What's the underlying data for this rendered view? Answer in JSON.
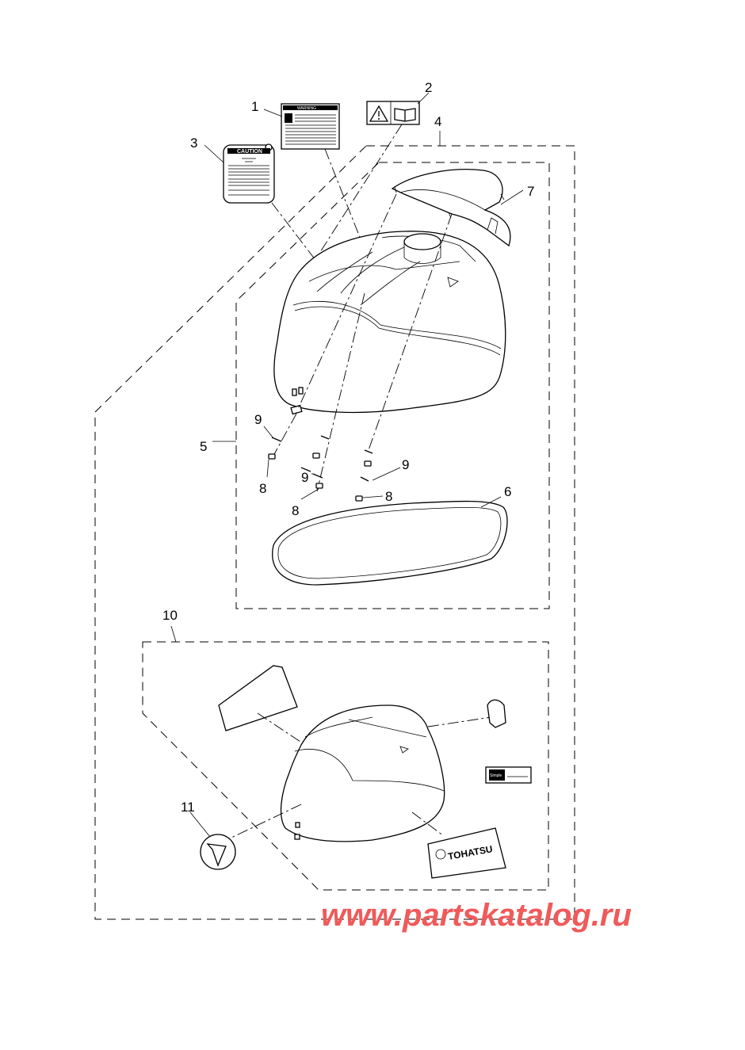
{
  "callouts": {
    "c1": "1",
    "c2": "2",
    "c3": "3",
    "c4": "4",
    "c5": "5",
    "c6": "6",
    "c7": "7",
    "c8a": "8",
    "c8b": "8",
    "c8c": "8",
    "c9a": "9",
    "c9b": "9",
    "c9c": "9",
    "c10": "10",
    "c11": "11"
  },
  "labels": {
    "caution_title": "CAUTION",
    "warning_title": "WARNING",
    "simple_label": "Simple",
    "brand_decal": "TOHATSU"
  },
  "watermark": "www.partskatalog.ru",
  "colors": {
    "watermark": "#f05a5a",
    "lines": "#000000"
  }
}
